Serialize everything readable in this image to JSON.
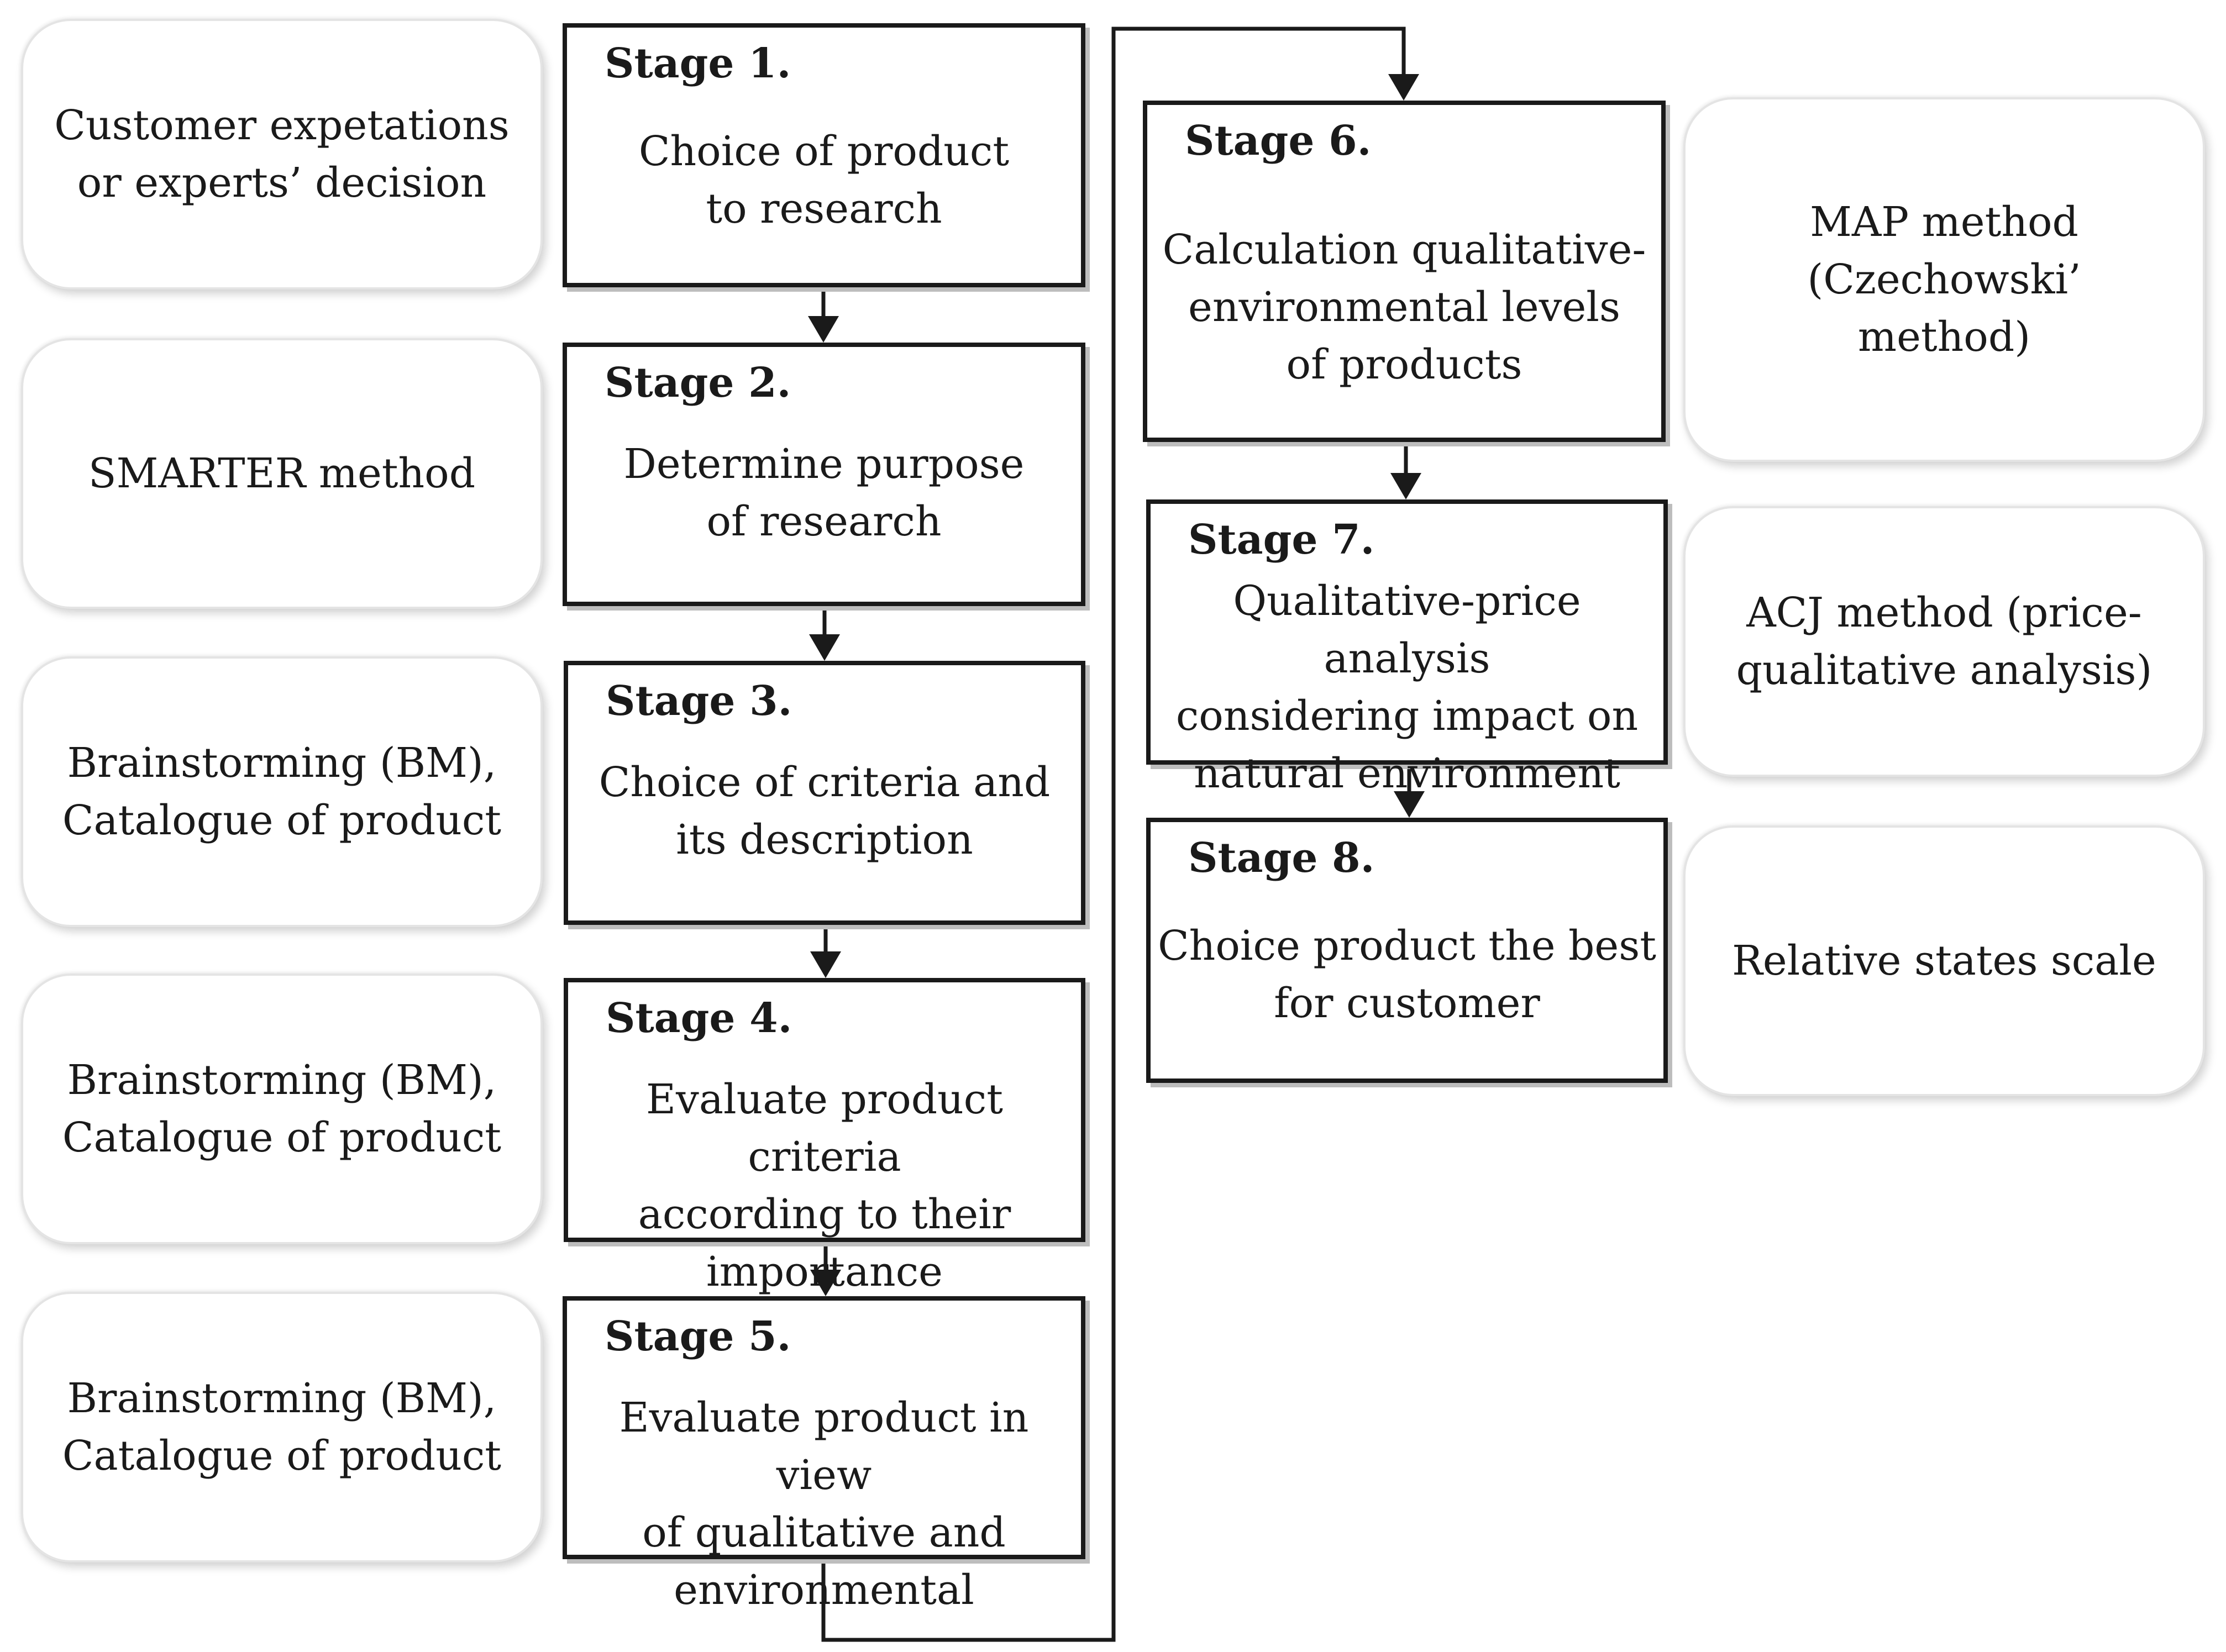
{
  "stages": [
    {
      "title": "Stage 1.",
      "description": "Choice of product\nto research"
    },
    {
      "title": "Stage 2.",
      "description": "Determine purpose\nof research"
    },
    {
      "title": "Stage 3.",
      "description": "Choice of criteria and\nits description"
    },
    {
      "title": "Stage 4.",
      "description": "Evaluate product criteria\naccording to their\nimportance"
    },
    {
      "title": "Stage 5.",
      "description": "Evaluate product in view\nof qualitative and\nenvironmental"
    },
    {
      "title": "Stage 6.",
      "description": "Calculation qualitative-\nenvironmental levels\nof products"
    },
    {
      "title": "Stage 7.",
      "description": "Qualitative-price analysis\nconsidering impact on\nnatural environment"
    },
    {
      "title": "Stage 8.",
      "description": "Choice product the best\nfor customer"
    }
  ],
  "methods": [
    {
      "text": "Customer expetations\nor experts’ decision"
    },
    {
      "text": "SMARTER  method"
    },
    {
      "text": "Brainstorming (BM),\nCatalogue of product"
    },
    {
      "text": "Brainstorming (BM),\nCatalogue of product"
    },
    {
      "text": "Brainstorming (BM),\nCatalogue of product"
    },
    {
      "text": "MAP method\n(Czechowski’\nmethod)"
    },
    {
      "text": "ACJ method (price-\nqualitative analysis)"
    },
    {
      "text": "Relative states scale"
    }
  ]
}
